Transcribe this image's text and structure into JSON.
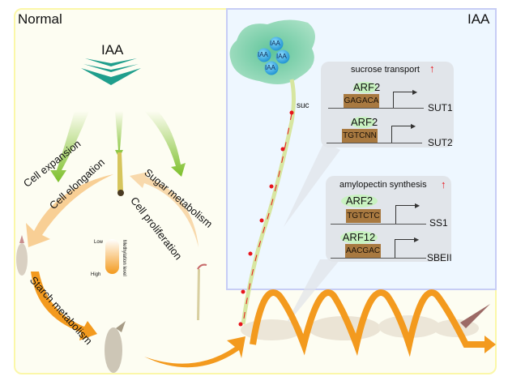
{
  "panels": {
    "normal": {
      "title": "Normal"
    },
    "iaa": {
      "title": "IAA"
    }
  },
  "normal": {
    "iaa_label": "IAA",
    "processes": {
      "cell_expansion": "Cell expansion",
      "cell_elongation": "Cell elongation",
      "sugar_metabolism": "Sugar metabolism",
      "cell_proliferation": "Cell proliferation",
      "starch_metabolism": "Starch metabolism"
    },
    "methylation_legend": {
      "low": "Low",
      "high": "High",
      "title": "Methylation level"
    }
  },
  "iaa": {
    "leaf_molecules": [
      "IAA",
      "IAA",
      "IAA",
      "IAA"
    ],
    "suc_label": "suc",
    "sucrose_box": {
      "title": "sucrose transport",
      "arrow": "↑",
      "genes": [
        {
          "factor": "ARF2",
          "motif": "GAGACA",
          "gene": "SUT1"
        },
        {
          "factor": "ARF2",
          "motif": "TGTCNN",
          "gene": "SUT2"
        }
      ]
    },
    "amylopectin_box": {
      "title": "amylopectin  synthesis",
      "arrow": "↑",
      "genes": [
        {
          "factor": "ARF2",
          "motif": "TGTCTC",
          "gene": "SS1"
        },
        {
          "factor": "ARF12",
          "motif": "AACGAC",
          "gene": "SBEII"
        }
      ]
    }
  },
  "colors": {
    "orange": "#f39a1e",
    "light_orange": "#f8cf95",
    "green_arrow": "#7cbf2a",
    "teal_chevron": "#1f9e8c",
    "iaa_ball": "#1ea3e0",
    "arf_bubble": "#c8f2c0",
    "motif_box": "#a87940",
    "red_arrow": "#e8141c"
  }
}
